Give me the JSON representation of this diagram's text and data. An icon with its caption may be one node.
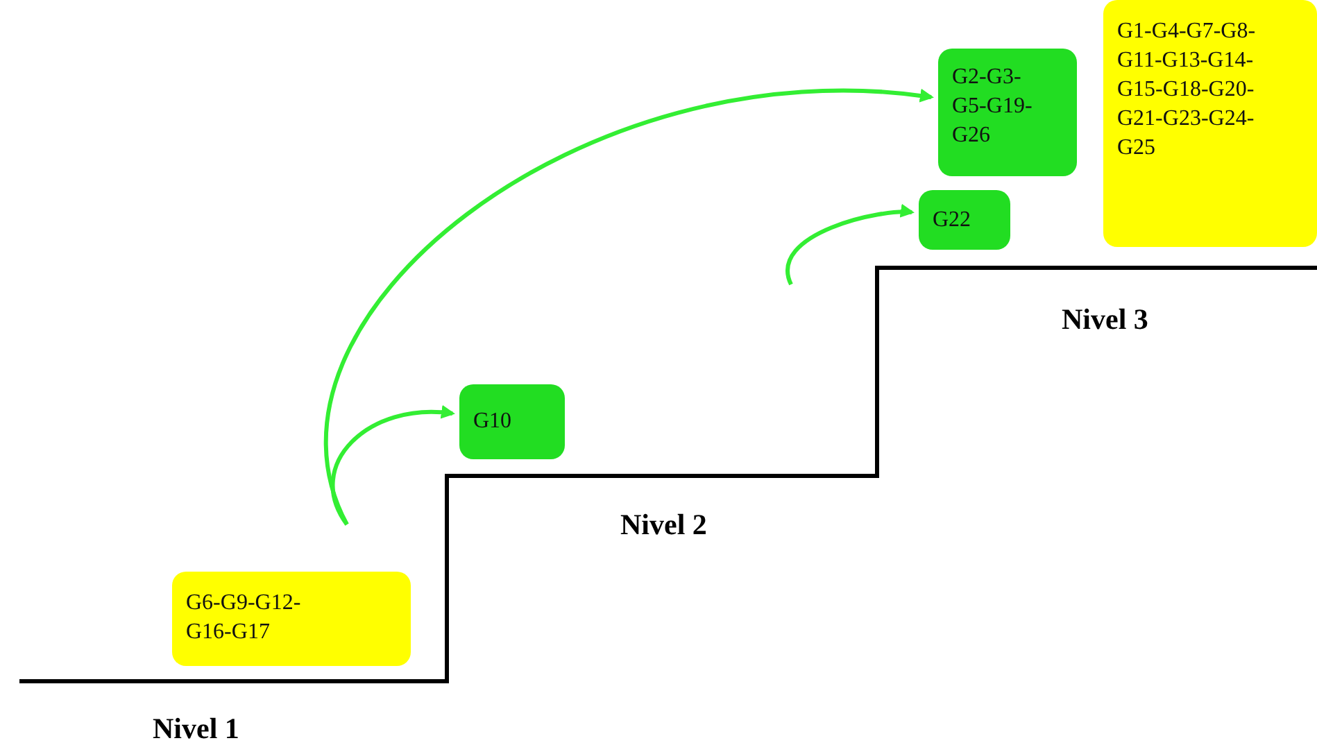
{
  "diagram": {
    "nodes": [
      {
        "text": [
          "G2-G3-G5-G19-G26"
        ]
      },
      {
        "text": [
          "G1-G4-G7-G8-G11-G13-G14-G15-G18-G20-G21-G23-G24-G25"
        ]
      },
      {
        "text": [
          "G22"
        ]
      },
      {
        "text": [
          "G10"
        ]
      },
      {
        "text": [
          "G6-G9-G12-G16-G17"
        ]
      }
    ],
    "edges": [
      {
        "from": null,
        "to": 3,
        "arrow": "to"
      },
      {
        "from": null,
        "to": 0,
        "arrow": "to"
      },
      {
        "from": null,
        "to": 2,
        "arrow": "to"
      }
    ],
    "labels": [
      "Nivel 3",
      "Nivel 2",
      "Nivel 1"
    ]
  }
}
